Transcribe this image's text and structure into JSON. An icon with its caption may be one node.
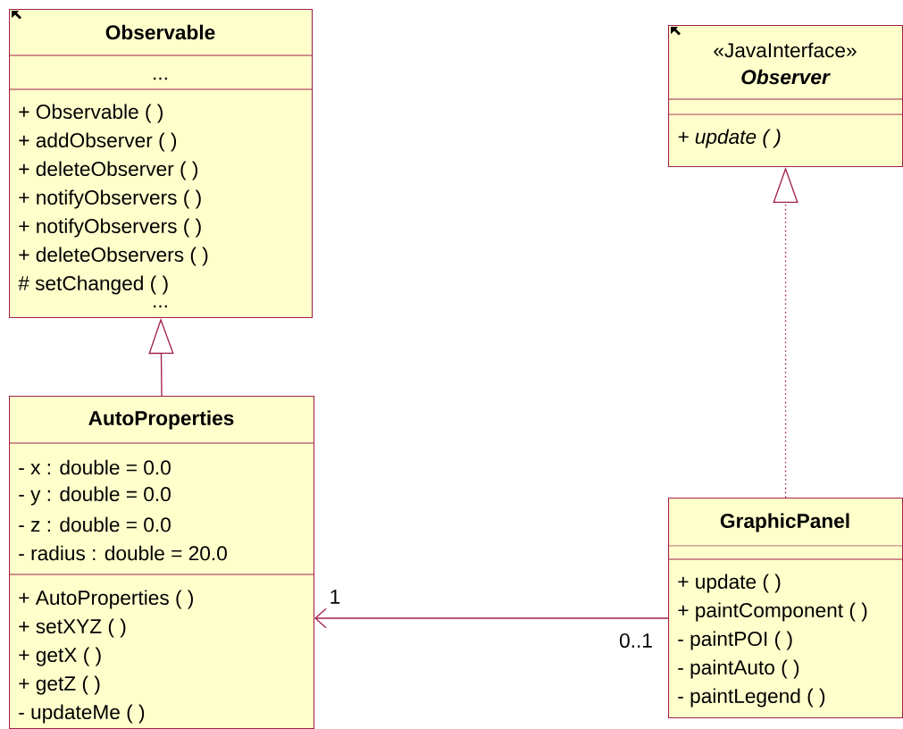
{
  "diagram": {
    "nodes": [
      {
        "text": [
          "Observable",
          "...",
          "+ Observable (  )",
          "+ addObserver (  )",
          "+ deleteObserver (  )",
          "+ notifyObservers (  )",
          "+ notifyObservers (  )",
          "+ deleteObservers (  )",
          "# setChanged (  )",
          "..."
        ]
      },
      {
        "text": [
          "«JavaInterface»",
          "Observer",
          "+ update (  )"
        ]
      },
      {
        "text": [
          "AutoProperties",
          "- x : double = 0.0",
          "- y : double = 0.0",
          "- z : double = 0.0",
          "- radius : double = 20.0",
          "+ AutoProperties (  )",
          "+ setXYZ (  )",
          "+ getX (  )",
          "+ getZ (  )",
          "- updateMe (  )"
        ]
      },
      {
        "text": [
          "GraphicPanel",
          "+ update (  )",
          "+ paintComponent (  )",
          "- paintPOI (  )",
          "- paintAuto (  )",
          "- paintLegend (  )"
        ]
      }
    ],
    "edges": [
      {
        "from": 2,
        "to": 0,
        "arrow": "to"
      },
      {
        "from": 3,
        "to": 1,
        "arrow": "to",
        "style": "dashed"
      },
      {
        "from": 3,
        "to": 2,
        "arrow": "to"
      }
    ],
    "labels": [
      "1",
      "0..1"
    ]
  }
}
